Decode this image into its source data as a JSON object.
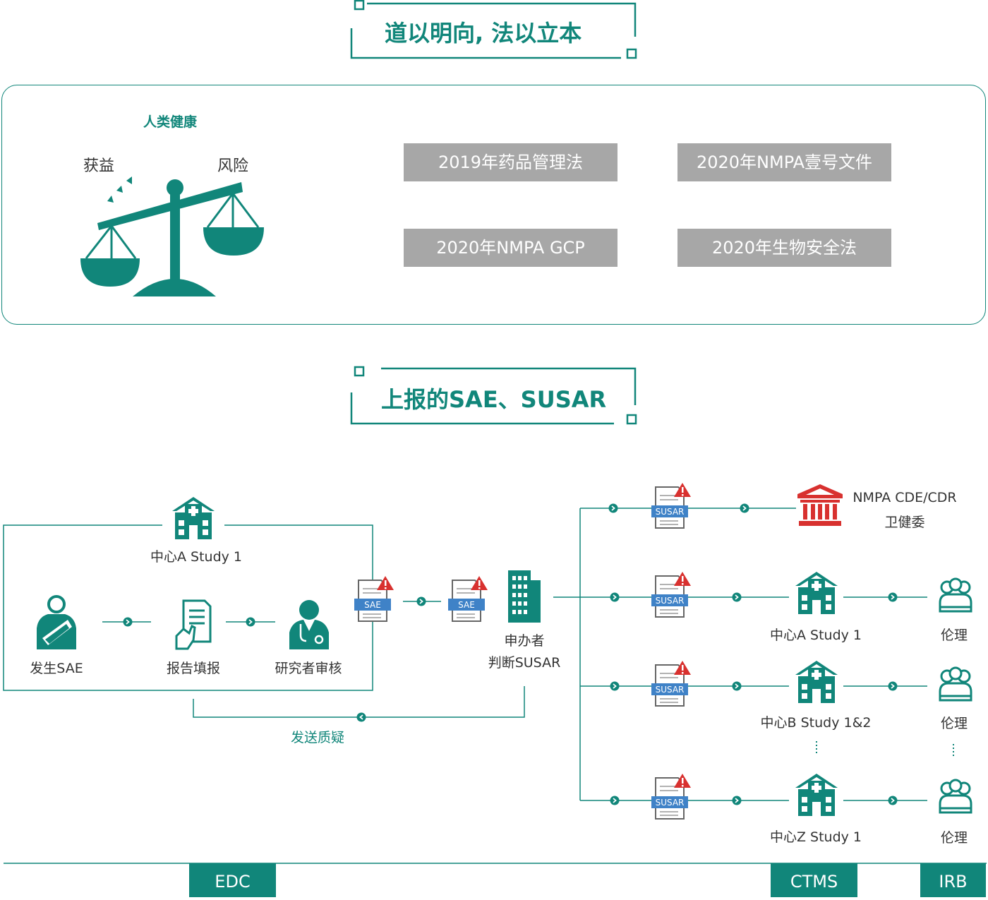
{
  "section1": {
    "title": "道以明向, 法以立本"
  },
  "scale": {
    "top_label": "人类健康",
    "left_label": "获益",
    "right_label": "风险"
  },
  "laws": [
    "2019年药品管理法",
    "2020年NMPA壹号文件",
    "2020年NMPA  GCP",
    "2020年生物安全法"
  ],
  "section2": {
    "title": "上报的SAE、SUSAR"
  },
  "flow": {
    "center_a_label": "中心A Study 1",
    "occur_sae": "发生SAE",
    "report_fill": "报告填报",
    "investigator_review": "研究者审核",
    "sae_tag": "SAE",
    "sponsor_line1": "申办者",
    "sponsor_line2": "判断SUSAR",
    "send_query": "发送质疑",
    "susar_tag": "SUSAR",
    "authority_line1": "NMPA CDE/CDR",
    "authority_line2": "卫健委",
    "sites": [
      "中心A Study 1",
      "中心B Study 1&2",
      "中心Z Study 1"
    ],
    "ethics": "伦理"
  },
  "systems": [
    "EDC",
    "CTMS",
    "IRB"
  ],
  "colors": {
    "teal": "#11867a",
    "gray_box": "#a7a7a7",
    "red": "#d8312f",
    "blue_tag": "#3f82c7"
  }
}
